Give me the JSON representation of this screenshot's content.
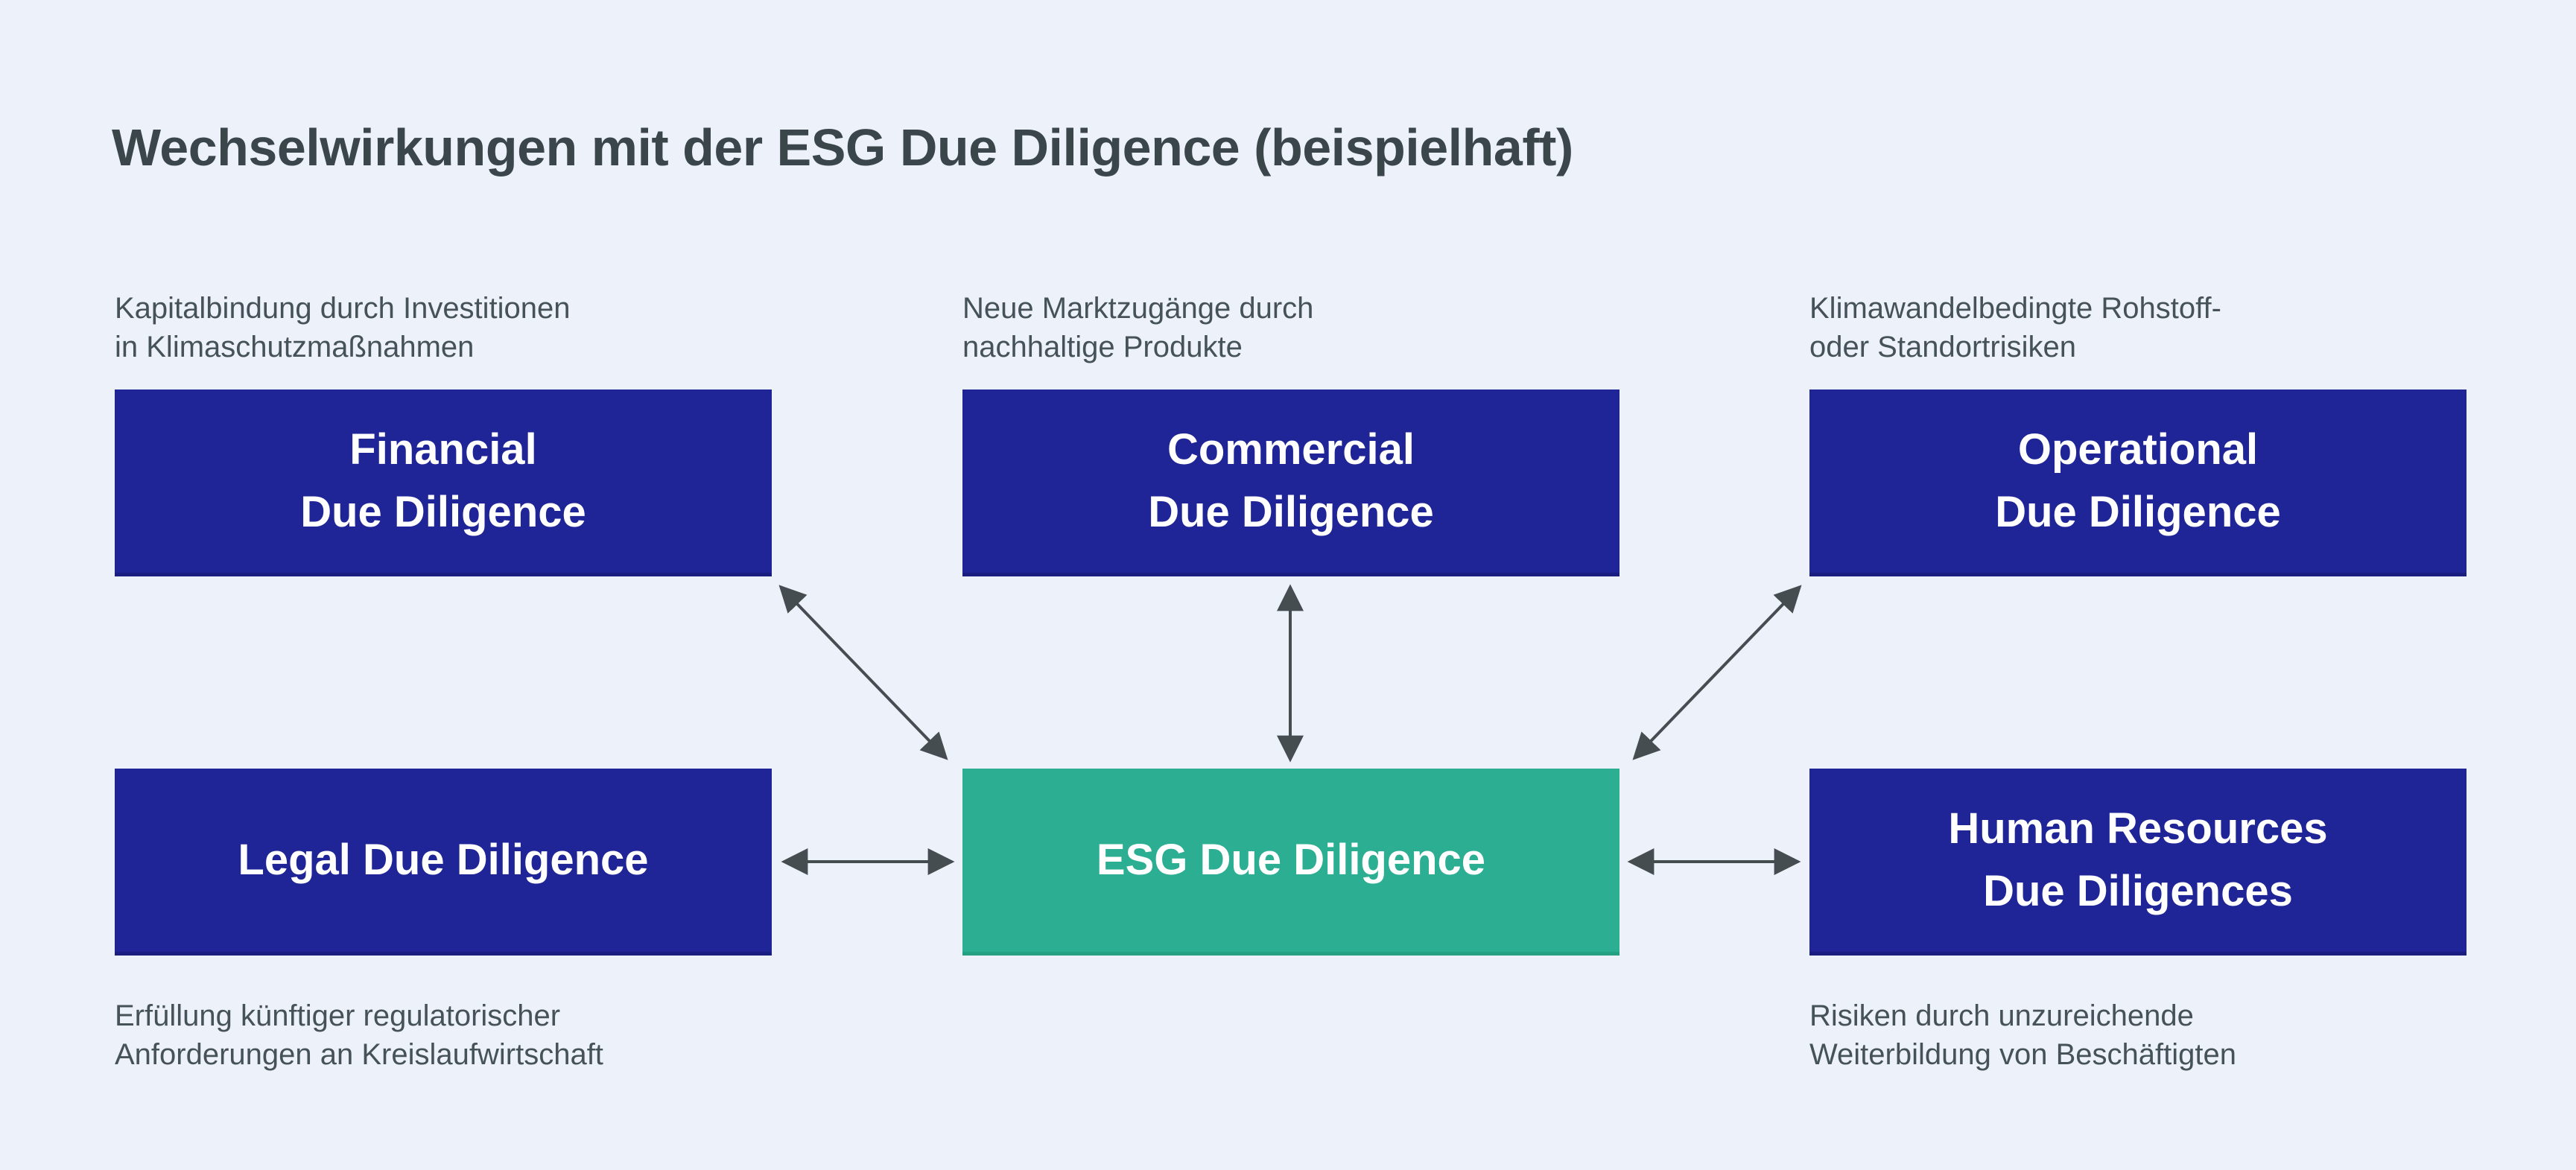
{
  "title": "Wechselwirkungen mit der ESG Due Diligence (beispielhaft)",
  "colors": {
    "background": "#EDF1FA",
    "box-blue": "#1F2596",
    "box-blue-edge": "#1A1E80",
    "box-teal": "#2BAE92",
    "box-teal-edge": "#25A083",
    "box-text": "#FFFFFF",
    "title-color": "#3A4649",
    "annotation-color": "#46525A",
    "arrow-color": "#454D51"
  },
  "boxes": {
    "financial": {
      "label": "Financial\nDue Diligence"
    },
    "commercial": {
      "label": "Commercial\nDue Diligence"
    },
    "operational": {
      "label": "Operational\nDue Diligence"
    },
    "legal": {
      "label": "Legal Due Diligence"
    },
    "esg": {
      "label": "ESG Due Diligence"
    },
    "human_resources": {
      "label": "Human Resources\nDue Diligences"
    }
  },
  "annotations": {
    "financial": "Kapitalbindung durch Investitionen\nin Klimaschutzmaßnahmen",
    "commercial": "Neue Marktzugänge durch\nnachhaltige Produkte",
    "operational": "Klimawandelbedingte Rohstoff-\noder Standortrisiken",
    "legal": "Erfüllung künftiger regulatorischer\nAnforderungen an Kreislaufwirtschaft",
    "human_resources": "Risiken durch unzureichende\nWeiterbildung von Beschäftigten"
  },
  "connections": [
    {
      "from": "financial",
      "to": "esg",
      "direction": "bidirectional"
    },
    {
      "from": "commercial",
      "to": "esg",
      "direction": "bidirectional"
    },
    {
      "from": "operational",
      "to": "esg",
      "direction": "bidirectional"
    },
    {
      "from": "legal",
      "to": "esg",
      "direction": "bidirectional"
    },
    {
      "from": "human_resources",
      "to": "esg",
      "direction": "bidirectional"
    }
  ]
}
